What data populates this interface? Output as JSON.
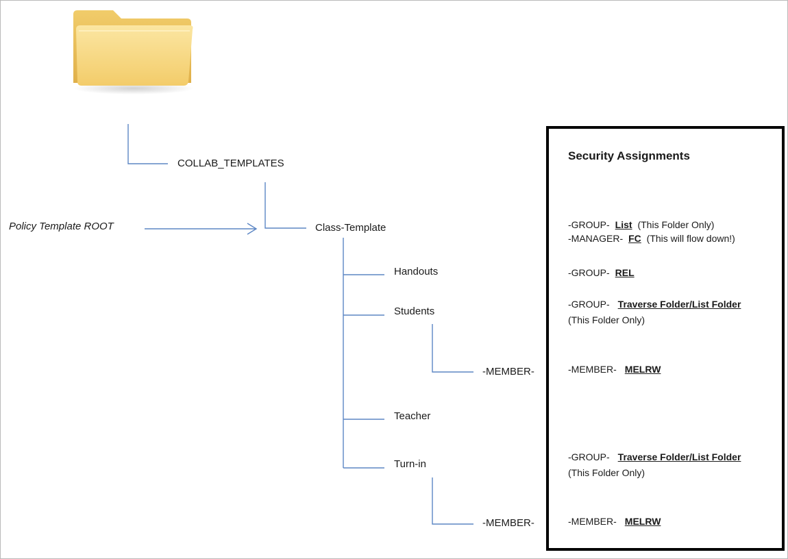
{
  "colors": {
    "connector": "#5b85c4",
    "box_border": "#000000",
    "folder_front": "#f7d97a",
    "folder_back": "#e9bf55"
  },
  "folder_icon": "folder-icon",
  "tree": {
    "root_label": "COLLAB_TEMPLATES",
    "policy_label": "Policy Template  ROOT",
    "class_template": "Class-Template",
    "handouts": "Handouts",
    "students": "Students",
    "students_member": "-MEMBER-",
    "teacher": "Teacher",
    "turnin": "Turn-in",
    "turnin_member": "-MEMBER-"
  },
  "security": {
    "title": "Security Assignments",
    "class_group": {
      "prefix": "-GROUP-",
      "perm": "List",
      "suffix": " (This Folder Only)"
    },
    "class_manager": {
      "prefix": "-MANAGER-",
      "perm": "FC",
      "suffix": " (This will flow down!)"
    },
    "handouts_group": {
      "prefix": "-GROUP-",
      "perm": "REL"
    },
    "students_group": {
      "prefix": "-GROUP-",
      "perm": "Traverse Folder/List Folder",
      "note": "(This Folder Only)"
    },
    "students_member": {
      "prefix": "-MEMBER-",
      "perm": "MELRW"
    },
    "turnin_group": {
      "prefix": "-GROUP-",
      "perm": "Traverse Folder/List Folder",
      "note": "(This Folder Only)"
    },
    "turnin_member": {
      "prefix": "-MEMBER-",
      "perm": "MELRW"
    }
  }
}
